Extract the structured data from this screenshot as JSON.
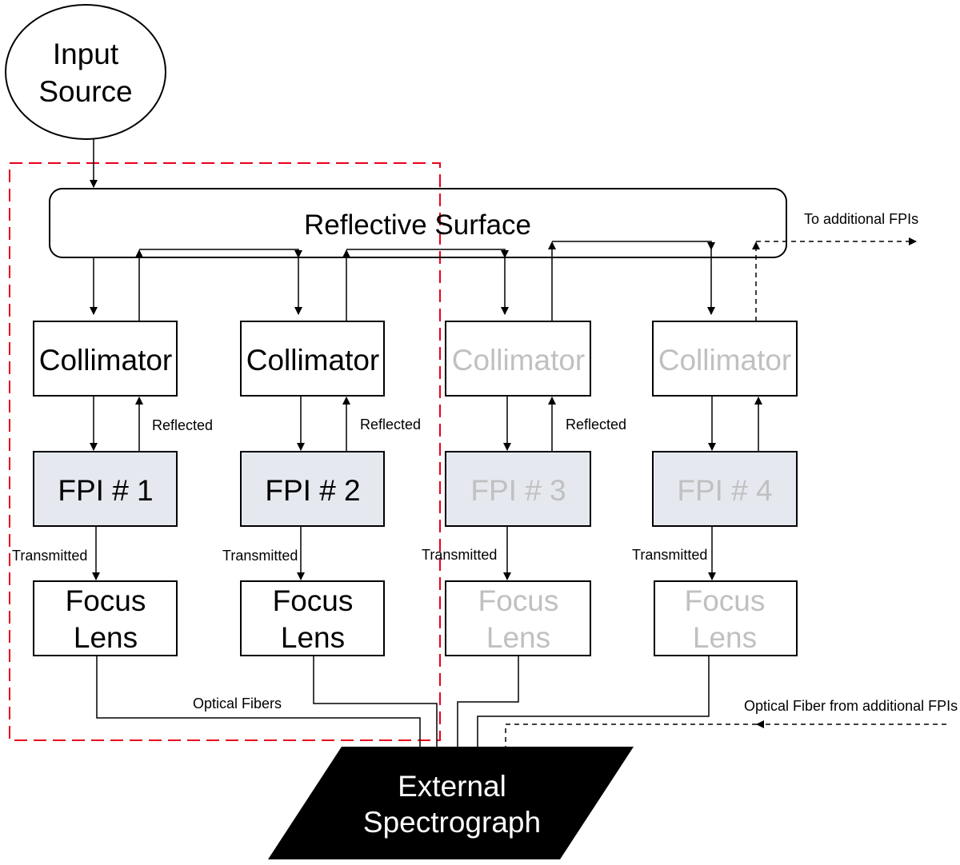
{
  "input_source": {
    "line1": "Input",
    "line2": "Source"
  },
  "reflective_surface": "Reflective Surface",
  "to_additional": "To additional FPIs",
  "collimator_label": "Collimator",
  "fpis": [
    "FPI # 1",
    "FPI # 2",
    "FPI # 3",
    "FPI # 4"
  ],
  "focus_lens": {
    "line1": "Focus",
    "line2": "Lens"
  },
  "reflected_label": "Reflected",
  "transmitted_label": "Transmitted",
  "optical_fibers": "Optical Fibers",
  "fiber_additional": "Optical Fiber from additional FPIs",
  "spectrograph": {
    "line1": "External",
    "line2": "Spectrograph"
  },
  "colors": {
    "active_text": "#000000",
    "inactive_text": "#c0c0c0",
    "fpi_fill": "#e6e8f0",
    "dashed_box": "#e8001c",
    "spectrograph_fill": "#000000"
  }
}
